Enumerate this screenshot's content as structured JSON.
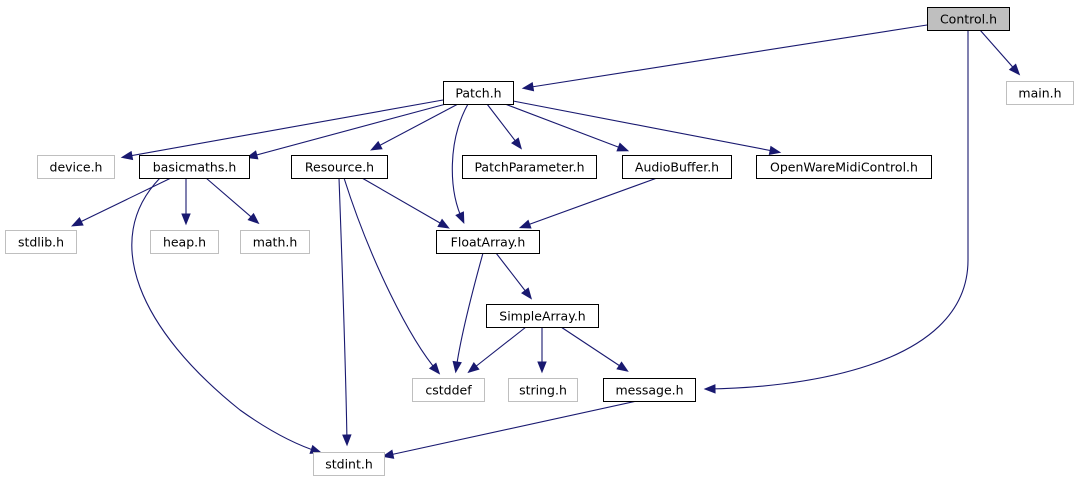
{
  "graph": {
    "nodes": [
      {
        "id": "control",
        "label": "Control.h",
        "style": "root"
      },
      {
        "id": "patch",
        "label": "Patch.h",
        "style": "documented"
      },
      {
        "id": "main",
        "label": "main.h",
        "style": "external"
      },
      {
        "id": "device",
        "label": "device.h",
        "style": "external"
      },
      {
        "id": "basicmaths",
        "label": "basicmaths.h",
        "style": "documented"
      },
      {
        "id": "resource",
        "label": "Resource.h",
        "style": "documented"
      },
      {
        "id": "patchparameter",
        "label": "PatchParameter.h",
        "style": "documented"
      },
      {
        "id": "audiobuffer",
        "label": "AudioBuffer.h",
        "style": "documented"
      },
      {
        "id": "openwaremidicontrol",
        "label": "OpenWareMidiControl.h",
        "style": "documented"
      },
      {
        "id": "stdlib",
        "label": "stdlib.h",
        "style": "external"
      },
      {
        "id": "heap",
        "label": "heap.h",
        "style": "external"
      },
      {
        "id": "math",
        "label": "math.h",
        "style": "external"
      },
      {
        "id": "floatarray",
        "label": "FloatArray.h",
        "style": "documented"
      },
      {
        "id": "simplearray",
        "label": "SimpleArray.h",
        "style": "documented"
      },
      {
        "id": "cstddef",
        "label": "cstddef",
        "style": "external"
      },
      {
        "id": "string",
        "label": "string.h",
        "style": "external"
      },
      {
        "id": "message",
        "label": "message.h",
        "style": "documented"
      },
      {
        "id": "stdint",
        "label": "stdint.h",
        "style": "external"
      }
    ],
    "edges": [
      {
        "from": "control",
        "to": "patch"
      },
      {
        "from": "control",
        "to": "main"
      },
      {
        "from": "control",
        "to": "message"
      },
      {
        "from": "patch",
        "to": "device"
      },
      {
        "from": "patch",
        "to": "basicmaths"
      },
      {
        "from": "patch",
        "to": "resource"
      },
      {
        "from": "patch",
        "to": "floatarray"
      },
      {
        "from": "patch",
        "to": "patchparameter"
      },
      {
        "from": "patch",
        "to": "audiobuffer"
      },
      {
        "from": "patch",
        "to": "openwaremidicontrol"
      },
      {
        "from": "basicmaths",
        "to": "stdlib"
      },
      {
        "from": "basicmaths",
        "to": "heap"
      },
      {
        "from": "basicmaths",
        "to": "math"
      },
      {
        "from": "basicmaths",
        "to": "stdint"
      },
      {
        "from": "resource",
        "to": "floatarray"
      },
      {
        "from": "resource",
        "to": "cstddef"
      },
      {
        "from": "resource",
        "to": "stdint"
      },
      {
        "from": "audiobuffer",
        "to": "floatarray"
      },
      {
        "from": "floatarray",
        "to": "simplearray"
      },
      {
        "from": "floatarray",
        "to": "cstddef"
      },
      {
        "from": "simplearray",
        "to": "cstddef"
      },
      {
        "from": "simplearray",
        "to": "string"
      },
      {
        "from": "simplearray",
        "to": "message"
      },
      {
        "from": "message",
        "to": "stdint"
      }
    ],
    "colors": {
      "edge": "#191970",
      "documented_border": "#000000",
      "external_border": "#bfbfbf",
      "root_fill": "#bfbfbf",
      "node_fill": "#ffffff"
    }
  }
}
